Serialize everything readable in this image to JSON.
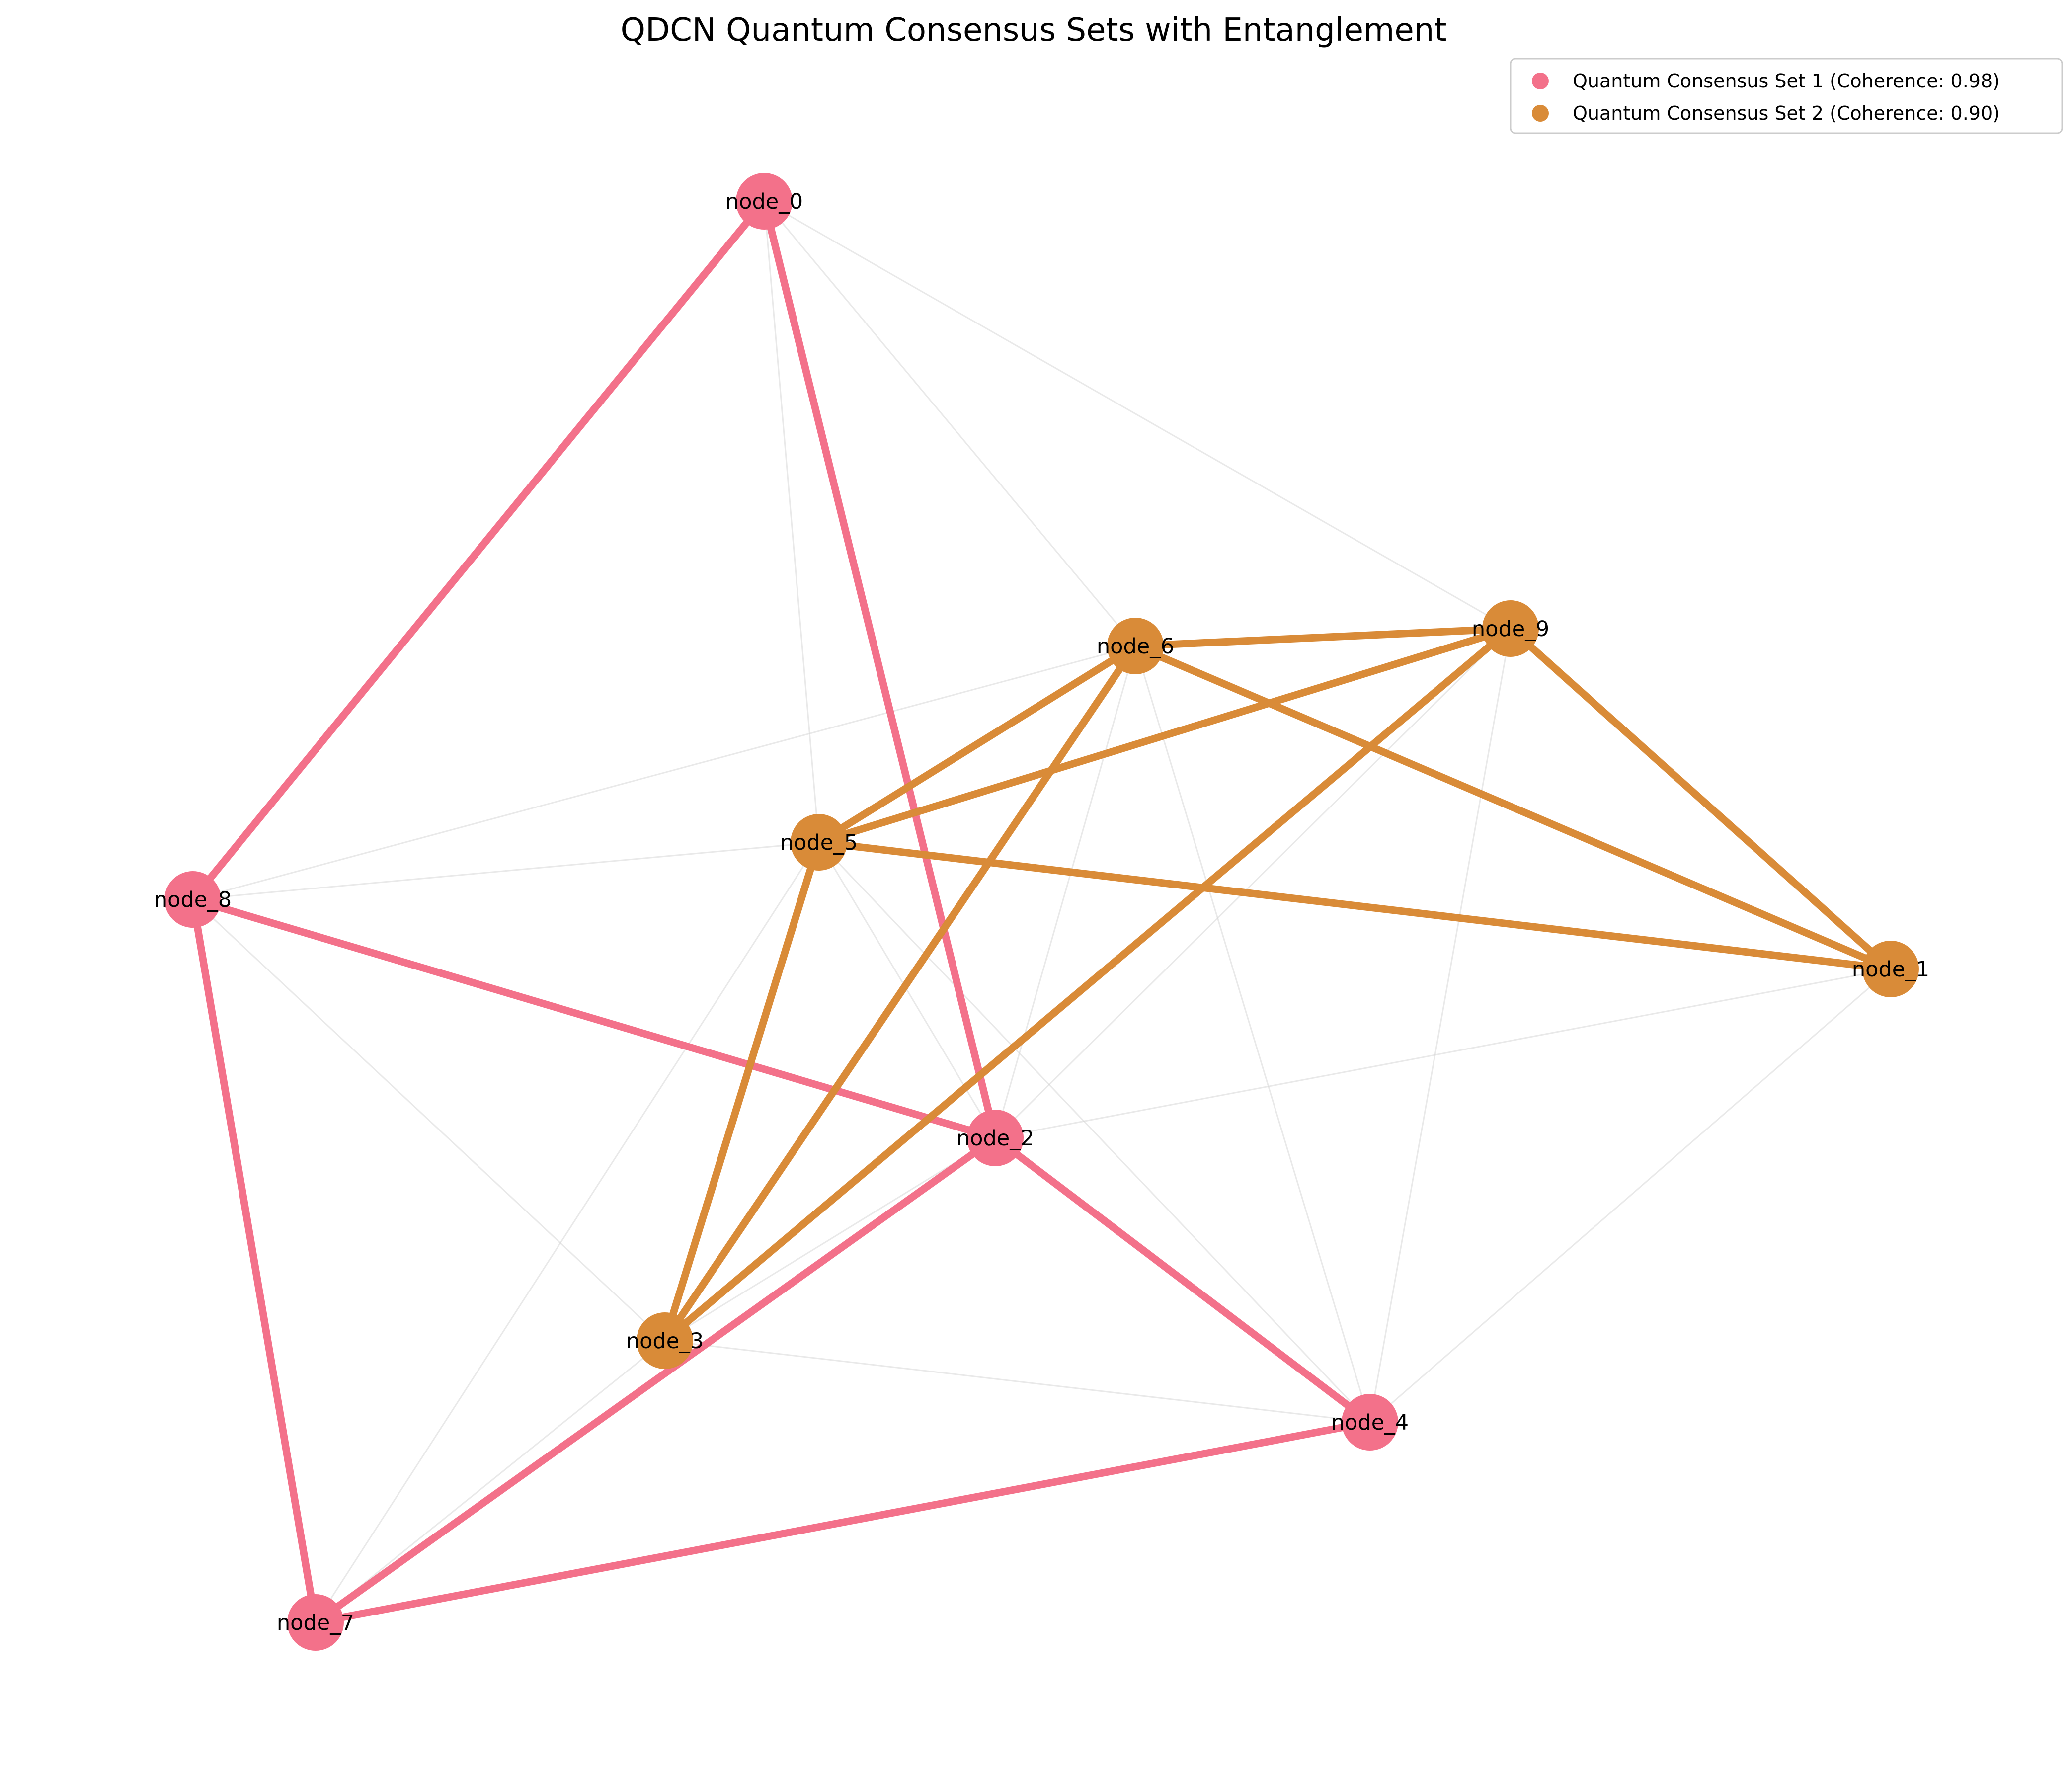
{
  "title": "QDCN Quantum Consensus Sets with Entanglement",
  "colors": {
    "set1": "#f3718a",
    "set2": "#d98b38",
    "background_edge": "#cfcfcf"
  },
  "legend": {
    "placement": "top-right",
    "entries": [
      {
        "label": "Quantum Consensus Set 1 (Coherence: 0.98)",
        "color": "#f3718a"
      },
      {
        "label": "Quantum Consensus Set 2 (Coherence: 0.90)",
        "color": "#d98b38"
      }
    ]
  },
  "nodes": [
    {
      "id": "node_0",
      "label": "node_0",
      "set": 1
    },
    {
      "id": "node_1",
      "label": "node_1",
      "set": 2
    },
    {
      "id": "node_2",
      "label": "node_2",
      "set": 1
    },
    {
      "id": "node_3",
      "label": "node_3",
      "set": 2
    },
    {
      "id": "node_4",
      "label": "node_4",
      "set": 1
    },
    {
      "id": "node_5",
      "label": "node_5",
      "set": 2
    },
    {
      "id": "node_6",
      "label": "node_6",
      "set": 2
    },
    {
      "id": "node_7",
      "label": "node_7",
      "set": 1
    },
    {
      "id": "node_8",
      "label": "node_8",
      "set": 1
    },
    {
      "id": "node_9",
      "label": "node_9",
      "set": 2
    }
  ],
  "edges": [
    [
      "node_0",
      "node_5"
    ],
    [
      "node_0",
      "node_6"
    ],
    [
      "node_0",
      "node_9"
    ],
    [
      "node_8",
      "node_6"
    ],
    [
      "node_8",
      "node_5"
    ],
    [
      "node_8",
      "node_3"
    ],
    [
      "node_5",
      "node_7"
    ],
    [
      "node_5",
      "node_2"
    ],
    [
      "node_5",
      "node_4"
    ],
    [
      "node_6",
      "node_2"
    ],
    [
      "node_6",
      "node_4"
    ],
    [
      "node_9",
      "node_2"
    ],
    [
      "node_9",
      "node_4"
    ],
    [
      "node_2",
      "node_1"
    ],
    [
      "node_2",
      "node_3"
    ],
    [
      "node_3",
      "node_4"
    ],
    [
      "node_3",
      "node_7"
    ],
    [
      "node_1",
      "node_4"
    ]
  ],
  "consensus_edges": [
    {
      "set": 1,
      "pair": [
        "node_0",
        "node_8"
      ]
    },
    {
      "set": 1,
      "pair": [
        "node_0",
        "node_2"
      ]
    },
    {
      "set": 1,
      "pair": [
        "node_8",
        "node_2"
      ]
    },
    {
      "set": 1,
      "pair": [
        "node_8",
        "node_7"
      ]
    },
    {
      "set": 1,
      "pair": [
        "node_2",
        "node_4"
      ]
    },
    {
      "set": 1,
      "pair": [
        "node_2",
        "node_7"
      ]
    },
    {
      "set": 1,
      "pair": [
        "node_7",
        "node_4"
      ]
    },
    {
      "set": 2,
      "pair": [
        "node_6",
        "node_9"
      ]
    },
    {
      "set": 2,
      "pair": [
        "node_6",
        "node_5"
      ]
    },
    {
      "set": 2,
      "pair": [
        "node_6",
        "node_3"
      ]
    },
    {
      "set": 2,
      "pair": [
        "node_6",
        "node_1"
      ]
    },
    {
      "set": 2,
      "pair": [
        "node_9",
        "node_5"
      ]
    },
    {
      "set": 2,
      "pair": [
        "node_9",
        "node_3"
      ]
    },
    {
      "set": 2,
      "pair": [
        "node_9",
        "node_1"
      ]
    },
    {
      "set": 2,
      "pair": [
        "node_5",
        "node_3"
      ]
    },
    {
      "set": 2,
      "pair": [
        "node_5",
        "node_1"
      ]
    }
  ]
}
